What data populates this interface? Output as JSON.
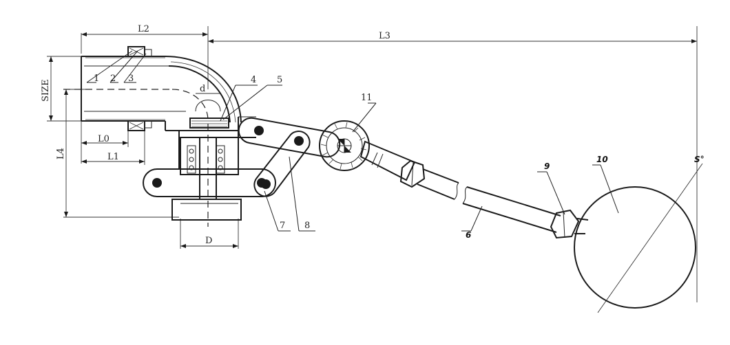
{
  "dimensions": {
    "l2": "L2",
    "l3": "L3",
    "size": "SIZE",
    "l0": "L0",
    "l1": "L1",
    "l4": "L4",
    "d_small": "d",
    "d_big": "D",
    "s_deg": "S°"
  },
  "callouts": {
    "c1": "1",
    "c2": "2",
    "c3": "3",
    "c4": "4",
    "c5": "5",
    "c6": "6",
    "c7": "7",
    "c8": "8",
    "c9": "9",
    "c10": "10",
    "c11": "11"
  }
}
